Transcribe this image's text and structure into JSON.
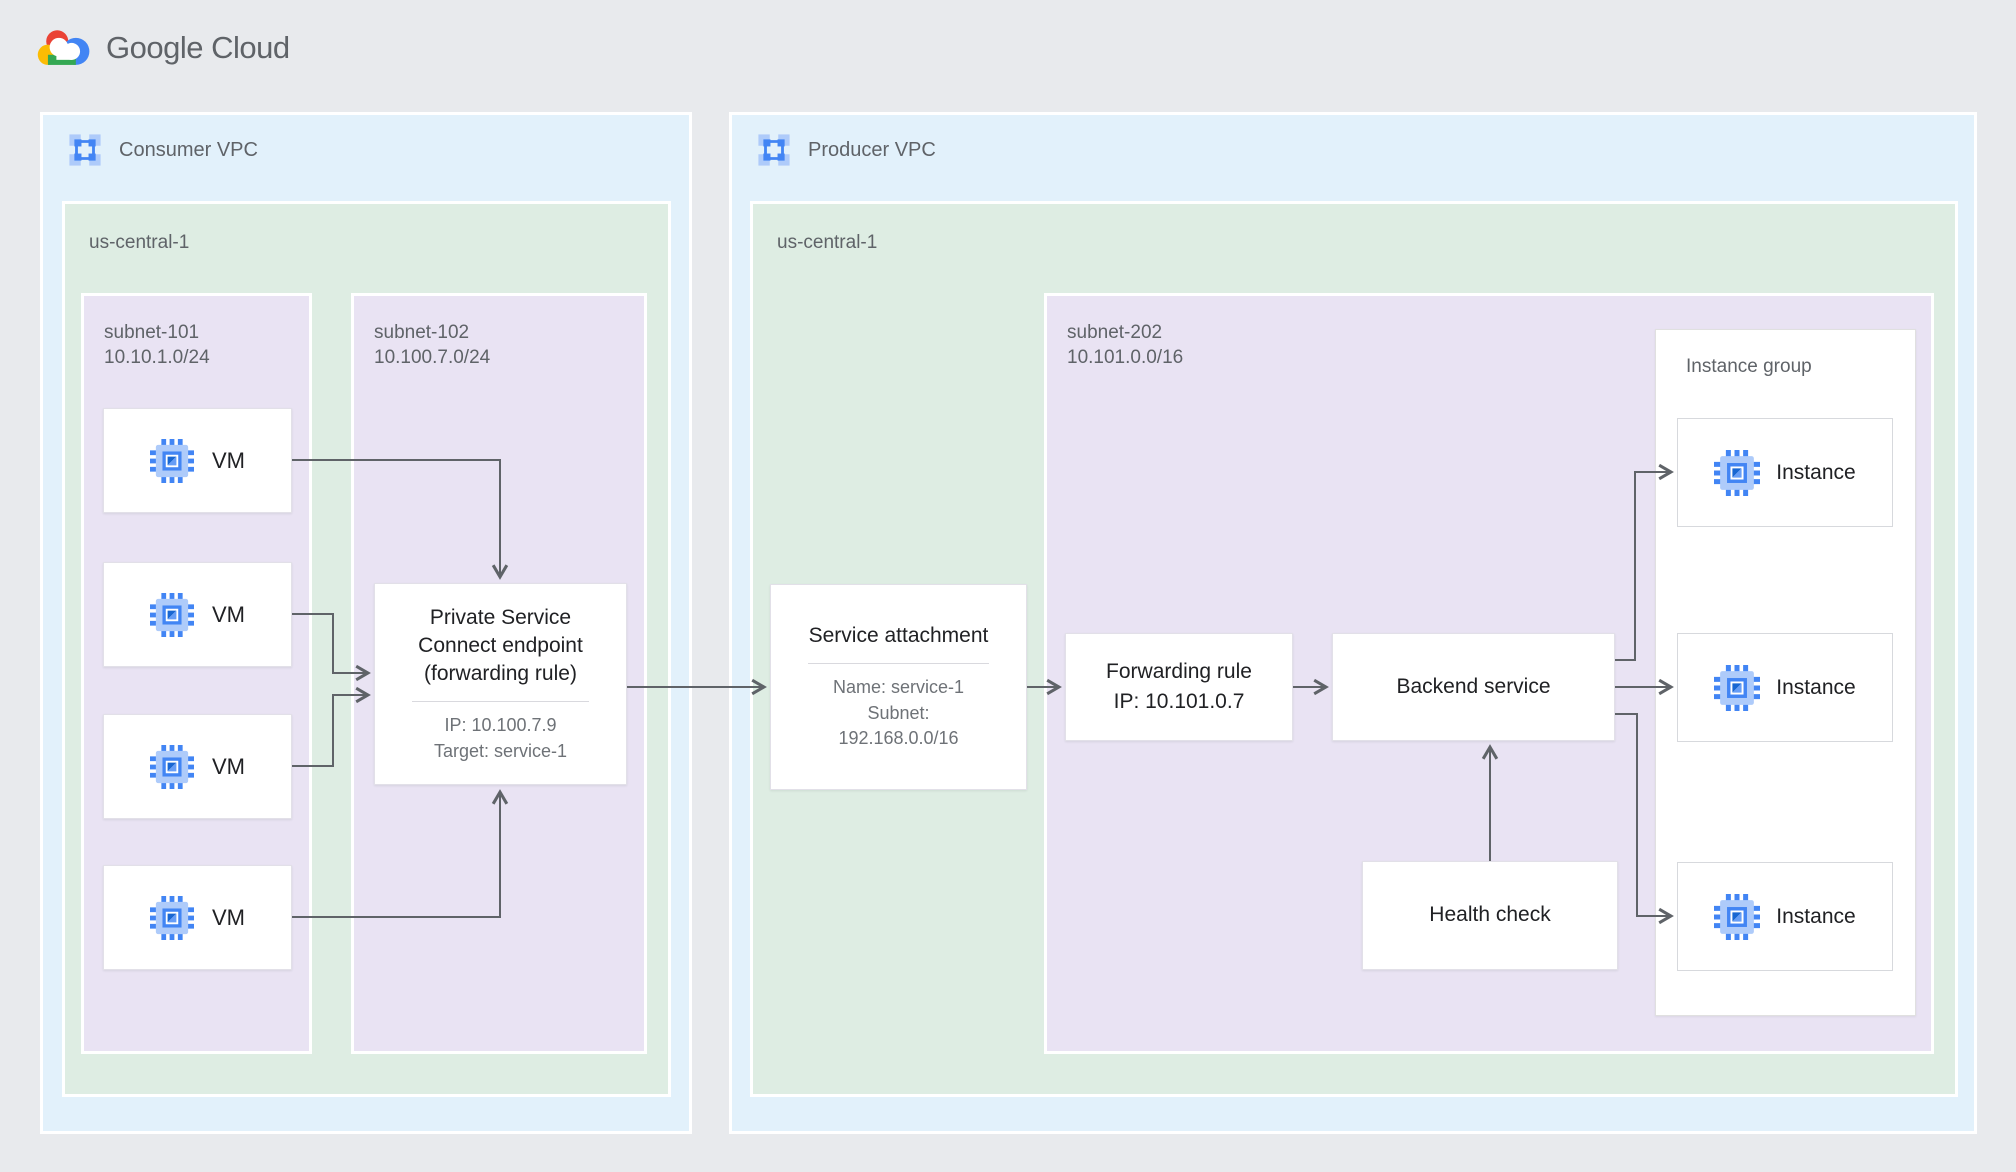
{
  "logo": {
    "text": "Google Cloud"
  },
  "consumer_vpc": {
    "title": "Consumer VPC",
    "region_label": "us-central-1",
    "subnet_101": {
      "name": "subnet-101",
      "cidr": "10.10.1.0/24"
    },
    "subnet_102": {
      "name": "subnet-102",
      "cidr": "10.100.7.0/24"
    },
    "vms": [
      "VM",
      "VM",
      "VM",
      "VM"
    ],
    "psc_endpoint": {
      "title": "Private Service Connect endpoint (forwarding rule)",
      "ip": "IP: 10.100.7.9",
      "target": "Target: service-1"
    }
  },
  "producer_vpc": {
    "title": "Producer VPC",
    "region_label": "us-central-1",
    "service_attachment": {
      "title": "Service attachment",
      "name": "Name: service-1",
      "subnet_label": "Subnet:",
      "subnet_value": "192.168.0.0/16"
    },
    "subnet_202": {
      "name": "subnet-202",
      "cidr": "10.101.0.0/16"
    },
    "forwarding_rule": {
      "title": "Forwarding rule",
      "ip": "IP: 10.101.0.7"
    },
    "backend_service": {
      "title": "Backend service"
    },
    "health_check": {
      "title": "Health check"
    },
    "instance_group": {
      "title": "Instance group",
      "instances": [
        "Instance",
        "Instance",
        "Instance"
      ]
    }
  },
  "icons": {
    "vpc": "vpc-network-icon",
    "vm": "compute-engine-icon",
    "logo": "google-cloud-logo-icon"
  },
  "colors": {
    "background": "#e8eaed",
    "vpc_fill": "#e2f1fb",
    "region_fill": "#deede3",
    "subnet_fill": "#e9e3f3",
    "node_fill": "#ffffff",
    "arrow": "#5f6368",
    "google_blue": "#4285f4",
    "icon_light_blue": "#aecbfa",
    "text_dark": "#202124",
    "text_gray": "#5f6368",
    "logo_red": "#ea4335",
    "logo_yellow": "#fbbc04",
    "logo_green": "#34a853"
  },
  "edges": [
    {
      "from": "vm-1",
      "to": "psc-endpoint"
    },
    {
      "from": "vm-2",
      "to": "psc-endpoint"
    },
    {
      "from": "vm-3",
      "to": "psc-endpoint"
    },
    {
      "from": "vm-4",
      "to": "psc-endpoint"
    },
    {
      "from": "psc-endpoint",
      "to": "service-attachment"
    },
    {
      "from": "service-attachment",
      "to": "forwarding-rule"
    },
    {
      "from": "forwarding-rule",
      "to": "backend-service"
    },
    {
      "from": "backend-service",
      "to": "instance-1"
    },
    {
      "from": "backend-service",
      "to": "instance-2"
    },
    {
      "from": "backend-service",
      "to": "instance-3"
    },
    {
      "from": "health-check",
      "to": "backend-service"
    }
  ]
}
